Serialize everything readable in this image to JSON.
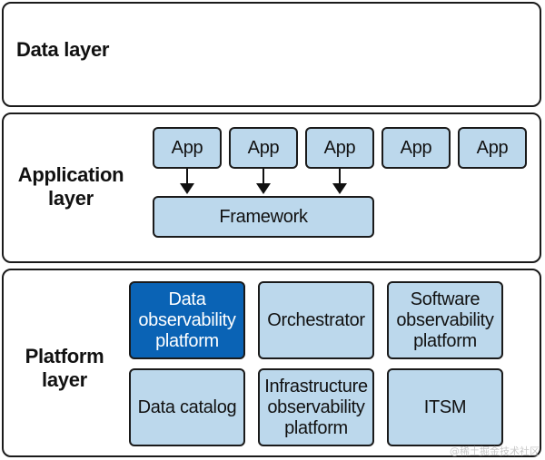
{
  "data_layer": {
    "title": "Data layer"
  },
  "application_layer": {
    "title": "Application layer",
    "apps": [
      "App",
      "App",
      "App",
      "App",
      "App"
    ],
    "framework": "Framework"
  },
  "platform_layer": {
    "title": "Platform layer",
    "components": [
      "Data observability platform",
      "Orchestrator",
      "Software observability platform",
      "Data catalog",
      "Infrastructure observability platform",
      "ITSM"
    ]
  },
  "colors": {
    "box_fill": "#bcd8ec",
    "highlight_fill": "#0a63b5",
    "border": "#1a1a1a"
  },
  "watermark": "@稀土掘金技术社区"
}
